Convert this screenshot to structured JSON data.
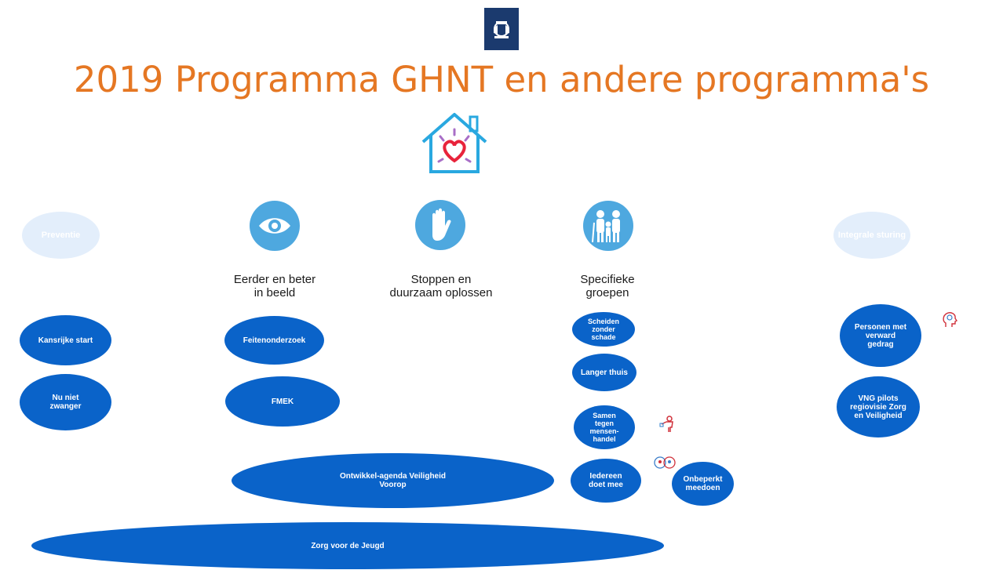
{
  "title": "2019 Programma GHNT en andere programma's",
  "colors": {
    "title": "#e57723",
    "ellipse": "#0a63c9",
    "pale": "#e3eefb",
    "icon": "#4ea8df"
  },
  "top_nodes": {
    "preventie": "Preventie",
    "integrale_sturing": "Integrale sturing"
  },
  "columns": {
    "eerder": "Eerder en beter\nin beeld",
    "stoppen": "Stoppen en\nduurzaam oplossen",
    "specifieke": "Specifieke\ngroepen"
  },
  "nodes": {
    "kansrijke_start": "Kansrijke start",
    "nu_niet_zwanger": "Nu niet zwanger",
    "feitenonderzoek": "Feitenonderzoek",
    "fmek": "FMEK",
    "ontwikkel_agenda": "Ontwikkel-agenda Veiligheid Voorop",
    "zorg_voor_de_jeugd": "Zorg voor de Jeugd",
    "scheiden_zonder_schade": "Scheiden zonder schade",
    "langer_thuis": "Langer thuis",
    "samen_tegen_mensenhandel": "Samen tegen mensen-handel",
    "iedereen_doet_mee": "Iedereen doet mee",
    "onbeperkt_meedoen": "Onbeperkt meedoen",
    "personen_verward_gedrag": "Personen met verward gedrag",
    "vng_pilots": "VNG pilots regiovisie Zorg en Veiligheid"
  }
}
